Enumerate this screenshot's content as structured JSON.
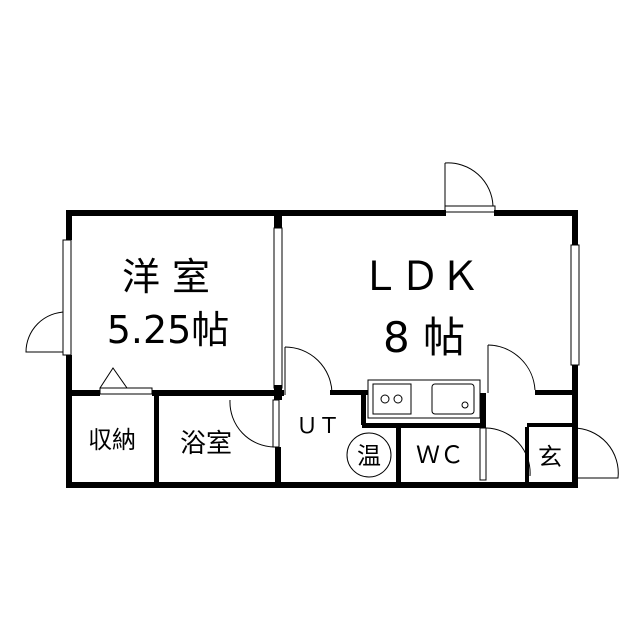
{
  "rooms": {
    "western_room": {
      "name": "洋 室",
      "size": "5.25帖"
    },
    "ldk": {
      "name": "ＬＤＫ",
      "size": "8 帖"
    },
    "storage": {
      "name": "収納"
    },
    "bathroom": {
      "name": "浴室"
    },
    "utility": {
      "name": "ＵＴ"
    },
    "water_heater": {
      "name": "温"
    },
    "toilet": {
      "name": "ＷＣ"
    },
    "entrance": {
      "name": "玄"
    }
  }
}
